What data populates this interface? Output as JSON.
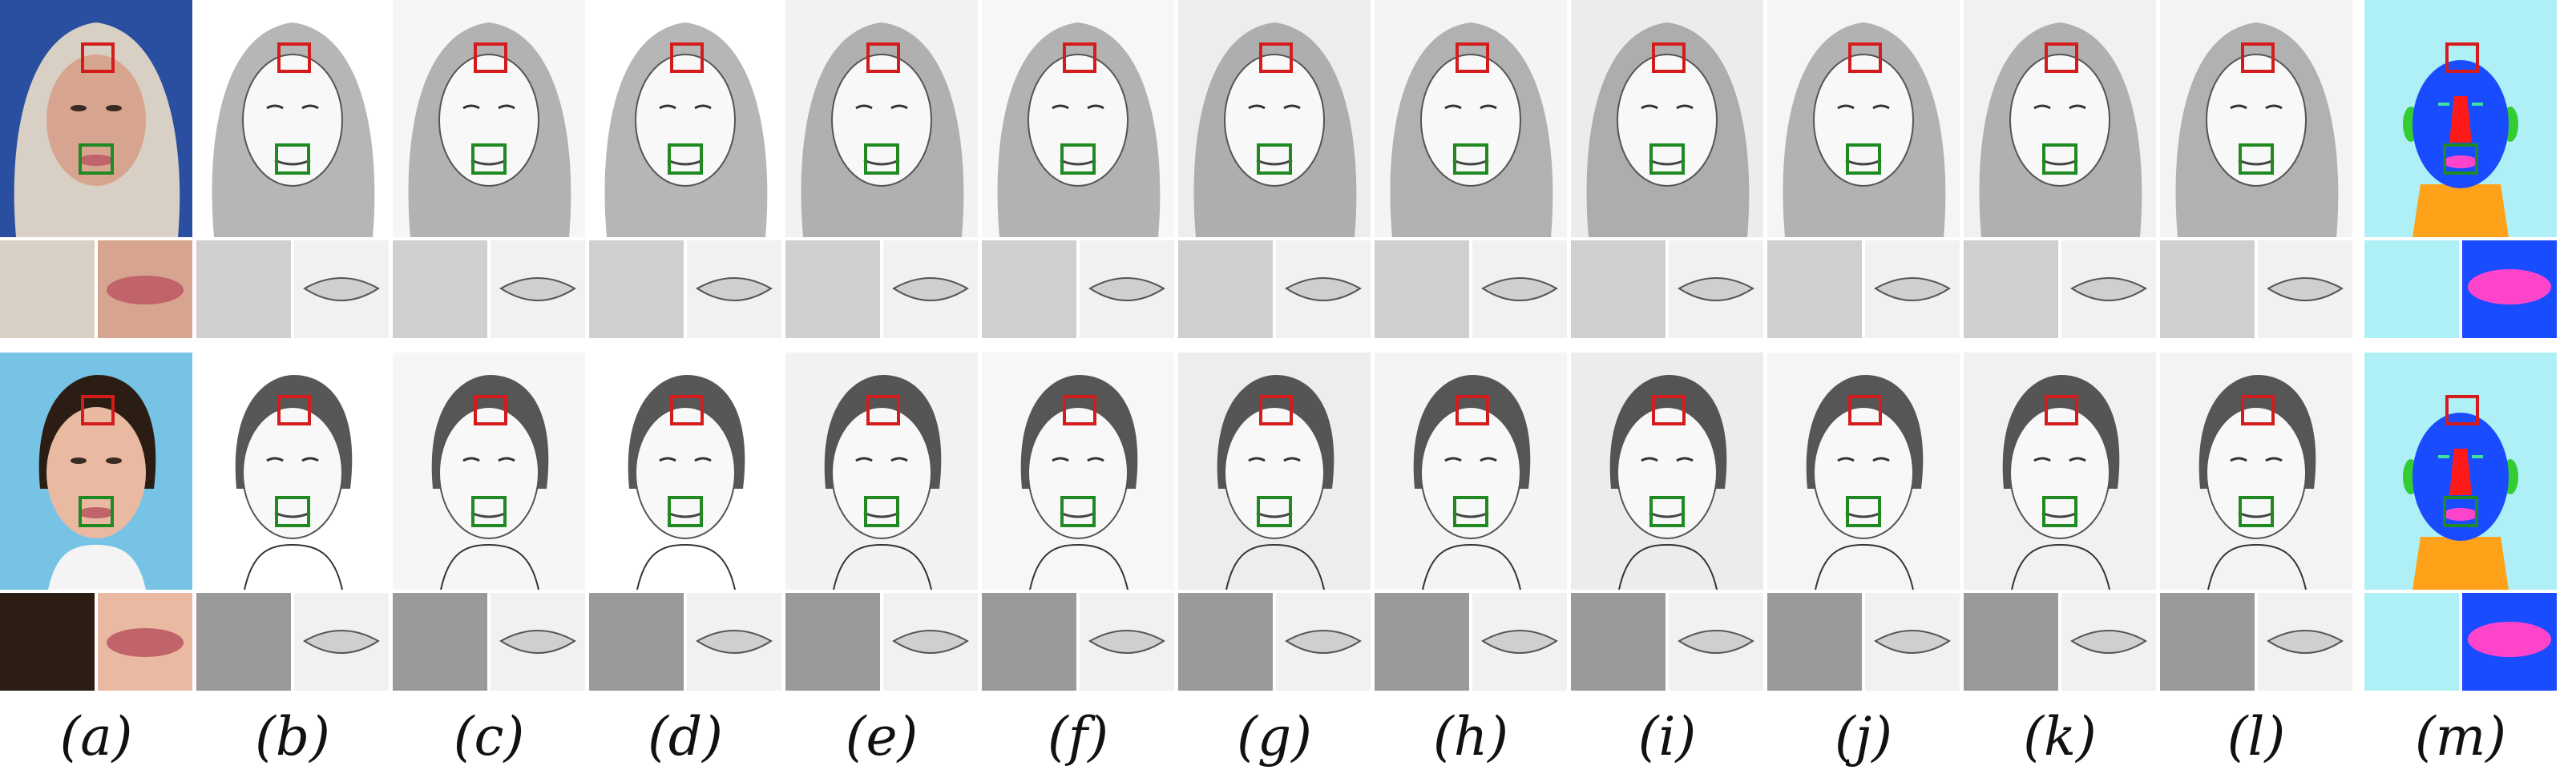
{
  "figure": {
    "columns": [
      {
        "label": "(a)",
        "kind": "photo"
      },
      {
        "label": "(b)",
        "kind": "sketch"
      },
      {
        "label": "(c)",
        "kind": "sketch"
      },
      {
        "label": "(d)",
        "kind": "sketch"
      },
      {
        "label": "(e)",
        "kind": "sketch"
      },
      {
        "label": "(f)",
        "kind": "sketch"
      },
      {
        "label": "(g)",
        "kind": "sketch"
      },
      {
        "label": "(h)",
        "kind": "sketch"
      },
      {
        "label": "(i)",
        "kind": "sketch"
      },
      {
        "label": "(j)",
        "kind": "sketch"
      },
      {
        "label": "(k)",
        "kind": "sketch"
      },
      {
        "label": "(l)",
        "kind": "sketch"
      },
      {
        "label": "(m)",
        "kind": "parsing-map"
      }
    ],
    "rows": [
      {
        "subject": "woman-with-gray-hair",
        "photo_background": "#2a4fa0",
        "hair": "#d8d0c4",
        "skin": "#d7a58f"
      },
      {
        "subject": "young-man",
        "photo_background": "#76c3e6",
        "hair": "#2b1d14",
        "skin": "#e9b9a2"
      }
    ],
    "colors": {
      "forehead_box": "#d41c1c",
      "mouth_box": "#1f8a22",
      "parsing_background": "#aef0f5",
      "parsing_face": "#1a4cff",
      "parsing_nose": "#ff1a1a",
      "parsing_lips": "#ff44cc",
      "parsing_neck": "#ffa21a",
      "parsing_ears": "#33cc33"
    }
  }
}
